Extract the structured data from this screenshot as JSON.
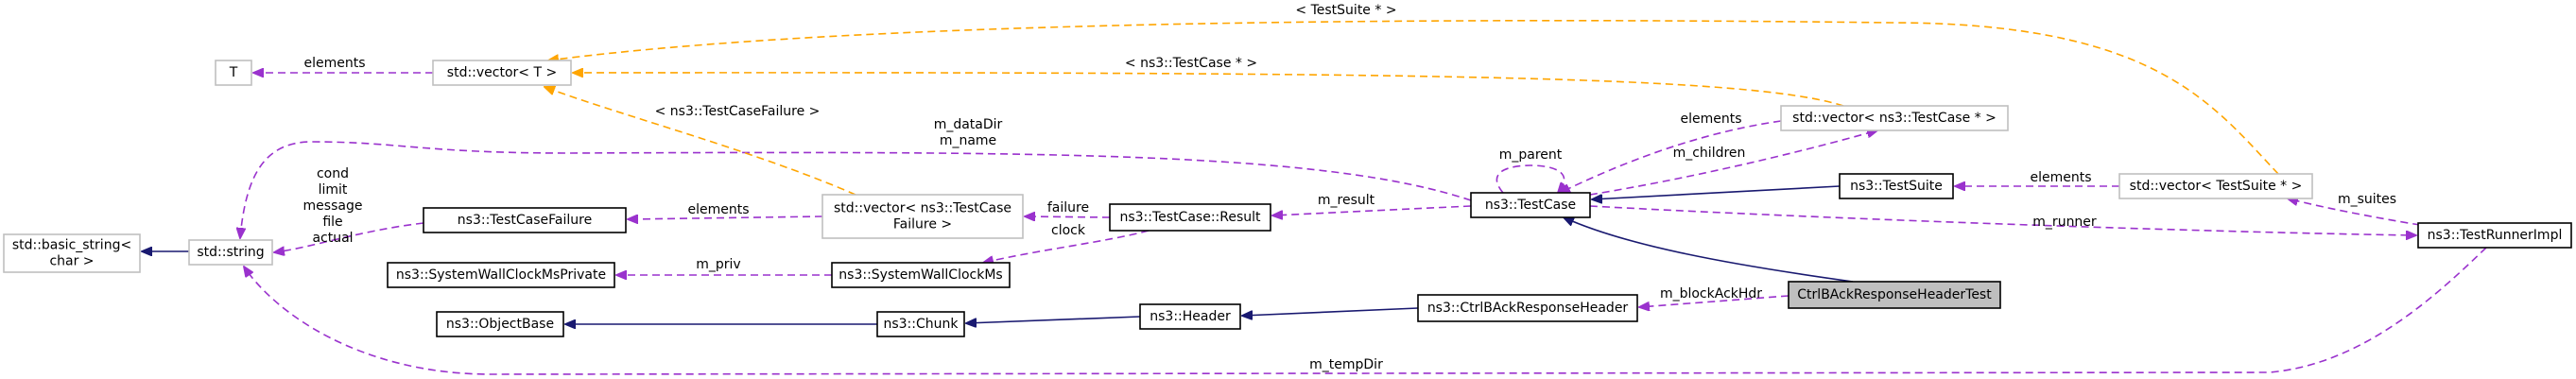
{
  "nodes": [
    {
      "id": "basic_string",
      "lines": [
        "std::basic_string<",
        "char >"
      ],
      "style": "grey"
    },
    {
      "id": "std_string",
      "lines": [
        "std::string"
      ],
      "style": "grey"
    },
    {
      "id": "T",
      "lines": [
        "T"
      ],
      "style": "grey"
    },
    {
      "id": "vector_T",
      "lines": [
        "std::vector< T >"
      ],
      "style": "grey"
    },
    {
      "id": "TestCaseFailure",
      "lines": [
        "ns3::TestCaseFailure"
      ],
      "style": "solid"
    },
    {
      "id": "SystemWallClockMsPrivate",
      "lines": [
        "ns3::SystemWallClockMsPrivate"
      ],
      "style": "solid"
    },
    {
      "id": "ObjectBase",
      "lines": [
        "ns3::ObjectBase"
      ],
      "style": "solid"
    },
    {
      "id": "vector_TCF",
      "lines": [
        "std::vector< ns3::TestCase",
        "Failure >"
      ],
      "style": "grey"
    },
    {
      "id": "SystemWallClockMs",
      "lines": [
        "ns3::SystemWallClockMs"
      ],
      "style": "solid"
    },
    {
      "id": "Chunk",
      "lines": [
        "ns3::Chunk"
      ],
      "style": "solid"
    },
    {
      "id": "Result",
      "lines": [
        "ns3::TestCase::Result"
      ],
      "style": "solid"
    },
    {
      "id": "Header",
      "lines": [
        "ns3::Header"
      ],
      "style": "solid"
    },
    {
      "id": "TestCase",
      "lines": [
        "ns3::TestCase"
      ],
      "style": "solid"
    },
    {
      "id": "CtrlBAckResponseHeader",
      "lines": [
        "ns3::CtrlBAckResponseHeader"
      ],
      "style": "solid"
    },
    {
      "id": "vector_TestCase",
      "lines": [
        "std::vector< ns3::TestCase * >"
      ],
      "style": "grey"
    },
    {
      "id": "TestSuite",
      "lines": [
        "ns3::TestSuite"
      ],
      "style": "solid"
    },
    {
      "id": "CtrlBAckResponseHeaderTest",
      "lines": [
        "CtrlBAckResponseHeaderTest"
      ],
      "style": "highlight"
    },
    {
      "id": "vector_TestSuite",
      "lines": [
        "std::vector< TestSuite * >"
      ],
      "style": "grey"
    },
    {
      "id": "TestRunnerImpl",
      "lines": [
        "ns3::TestRunnerImpl"
      ],
      "style": "solid"
    }
  ],
  "edges": [
    {
      "id": "string-to-basic_string",
      "from": "std_string",
      "to": "basic_string",
      "kind": "inherit",
      "label": []
    },
    {
      "id": "vectorT-elements-T",
      "from": "vector_T",
      "to": "T",
      "kind": "usage",
      "label": [
        "elements"
      ]
    },
    {
      "id": "tcf-members-string",
      "from": "TestCaseFailure",
      "to": "std_string",
      "kind": "usage",
      "label": [
        "cond",
        "limit",
        "message",
        "file",
        "actual"
      ]
    },
    {
      "id": "testcase-datadir-string",
      "from": "TestCase",
      "to": "std_string",
      "kind": "usage",
      "label": [
        "m_dataDir",
        "m_name"
      ]
    },
    {
      "id": "runner-tempdir-string",
      "from": "TestRunnerImpl",
      "to": "std_string",
      "kind": "usage",
      "label": [
        "m_tempDir"
      ]
    },
    {
      "id": "vectorTCF-elements-TCF",
      "from": "vector_TCF",
      "to": "TestCaseFailure",
      "kind": "usage",
      "label": [
        "elements"
      ]
    },
    {
      "id": "vectorTCF-template-vectorT",
      "from": "vector_TCF",
      "to": "vector_T",
      "kind": "template",
      "label": [
        "< ns3::TestCaseFailure >"
      ]
    },
    {
      "id": "vectorTestCase-template-vectorT",
      "from": "vector_TestCase",
      "to": "vector_T",
      "kind": "template",
      "label": [
        "< ns3::TestCase * >"
      ]
    },
    {
      "id": "vectorTestSuite-template-vectorT",
      "from": "vector_TestSuite",
      "to": "vector_T",
      "kind": "template",
      "label": [
        "< TestSuite * >"
      ]
    },
    {
      "id": "swcm-priv-swcmp",
      "from": "SystemWallClockMs",
      "to": "SystemWallClockMsPrivate",
      "kind": "usage",
      "label": [
        "m_priv"
      ]
    },
    {
      "id": "result-failure-vectorTCF",
      "from": "Result",
      "to": "vector_TCF",
      "kind": "usage",
      "label": [
        "failure"
      ]
    },
    {
      "id": "result-clock-swcm",
      "from": "Result",
      "to": "SystemWallClockMs",
      "kind": "usage",
      "label": [
        "clock"
      ]
    },
    {
      "id": "chunk-to-objectbase",
      "from": "Chunk",
      "to": "ObjectBase",
      "kind": "inherit",
      "label": []
    },
    {
      "id": "header-to-chunk",
      "from": "Header",
      "to": "Chunk",
      "kind": "inherit",
      "label": []
    },
    {
      "id": "ctrl-to-header",
      "from": "CtrlBAckResponseHeader",
      "to": "Header",
      "kind": "inherit",
      "label": []
    },
    {
      "id": "testcase-result-result",
      "from": "TestCase",
      "to": "Result",
      "kind": "usage",
      "label": [
        "m_result"
      ]
    },
    {
      "id": "testcase-parent-self",
      "from": "TestCase",
      "to": "TestCase",
      "kind": "usage",
      "label": [
        "m_parent"
      ]
    },
    {
      "id": "vectorTestCase-elements-testcase",
      "from": "vector_TestCase",
      "to": "TestCase",
      "kind": "usage",
      "label": [
        "elements"
      ]
    },
    {
      "id": "testcase-children-vectorTestCase",
      "from": "TestCase",
      "to": "vector_TestCase",
      "kind": "usage",
      "label": [
        "m_children"
      ]
    },
    {
      "id": "testsuite-to-testcase",
      "from": "TestSuite",
      "to": "TestCase",
      "kind": "inherit",
      "label": []
    },
    {
      "id": "test-to-testcase",
      "from": "CtrlBAckResponseHeaderTest",
      "to": "TestCase",
      "kind": "inherit",
      "label": []
    },
    {
      "id": "test-blockack-ctrl",
      "from": "CtrlBAckResponseHeaderTest",
      "to": "CtrlBAckResponseHeader",
      "kind": "usage",
      "label": [
        "m_blockAckHdr"
      ]
    },
    {
      "id": "vectorTestSuite-elements-testsuite",
      "from": "vector_TestSuite",
      "to": "TestSuite",
      "kind": "usage",
      "label": [
        "elements"
      ]
    },
    {
      "id": "testcase-runner-runner",
      "from": "TestCase",
      "to": "TestRunnerImpl",
      "kind": "usage",
      "label": [
        "m_runner"
      ]
    },
    {
      "id": "runner-suites-vectorTestSuite",
      "from": "TestRunnerImpl",
      "to": "vector_TestSuite",
      "kind": "usage",
      "label": [
        "m_suites"
      ]
    }
  ]
}
